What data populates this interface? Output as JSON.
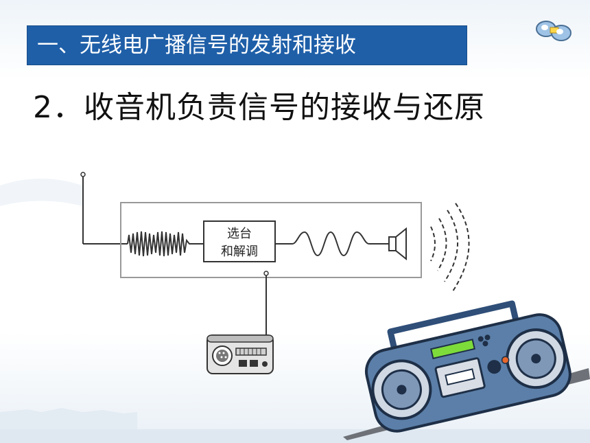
{
  "slide": {
    "section_title": "一、无线电广播信号的发射和接收",
    "heading": "2．收音机负责信号的接收与还原"
  },
  "diagram": {
    "tuner_label_line1": "选台",
    "tuner_label_line2": "和解调"
  },
  "icons": {
    "corner": "binoculars-icon",
    "antenna": "antenna-icon",
    "speaker": "speaker-icon",
    "radio": "radio-icon",
    "boombox": "boombox-icon"
  },
  "colors": {
    "title_bar": "#1f5fa8",
    "title_text": "#ffffff",
    "boombox_body": "#5b7fa8",
    "display_green": "#7ddc3a"
  }
}
